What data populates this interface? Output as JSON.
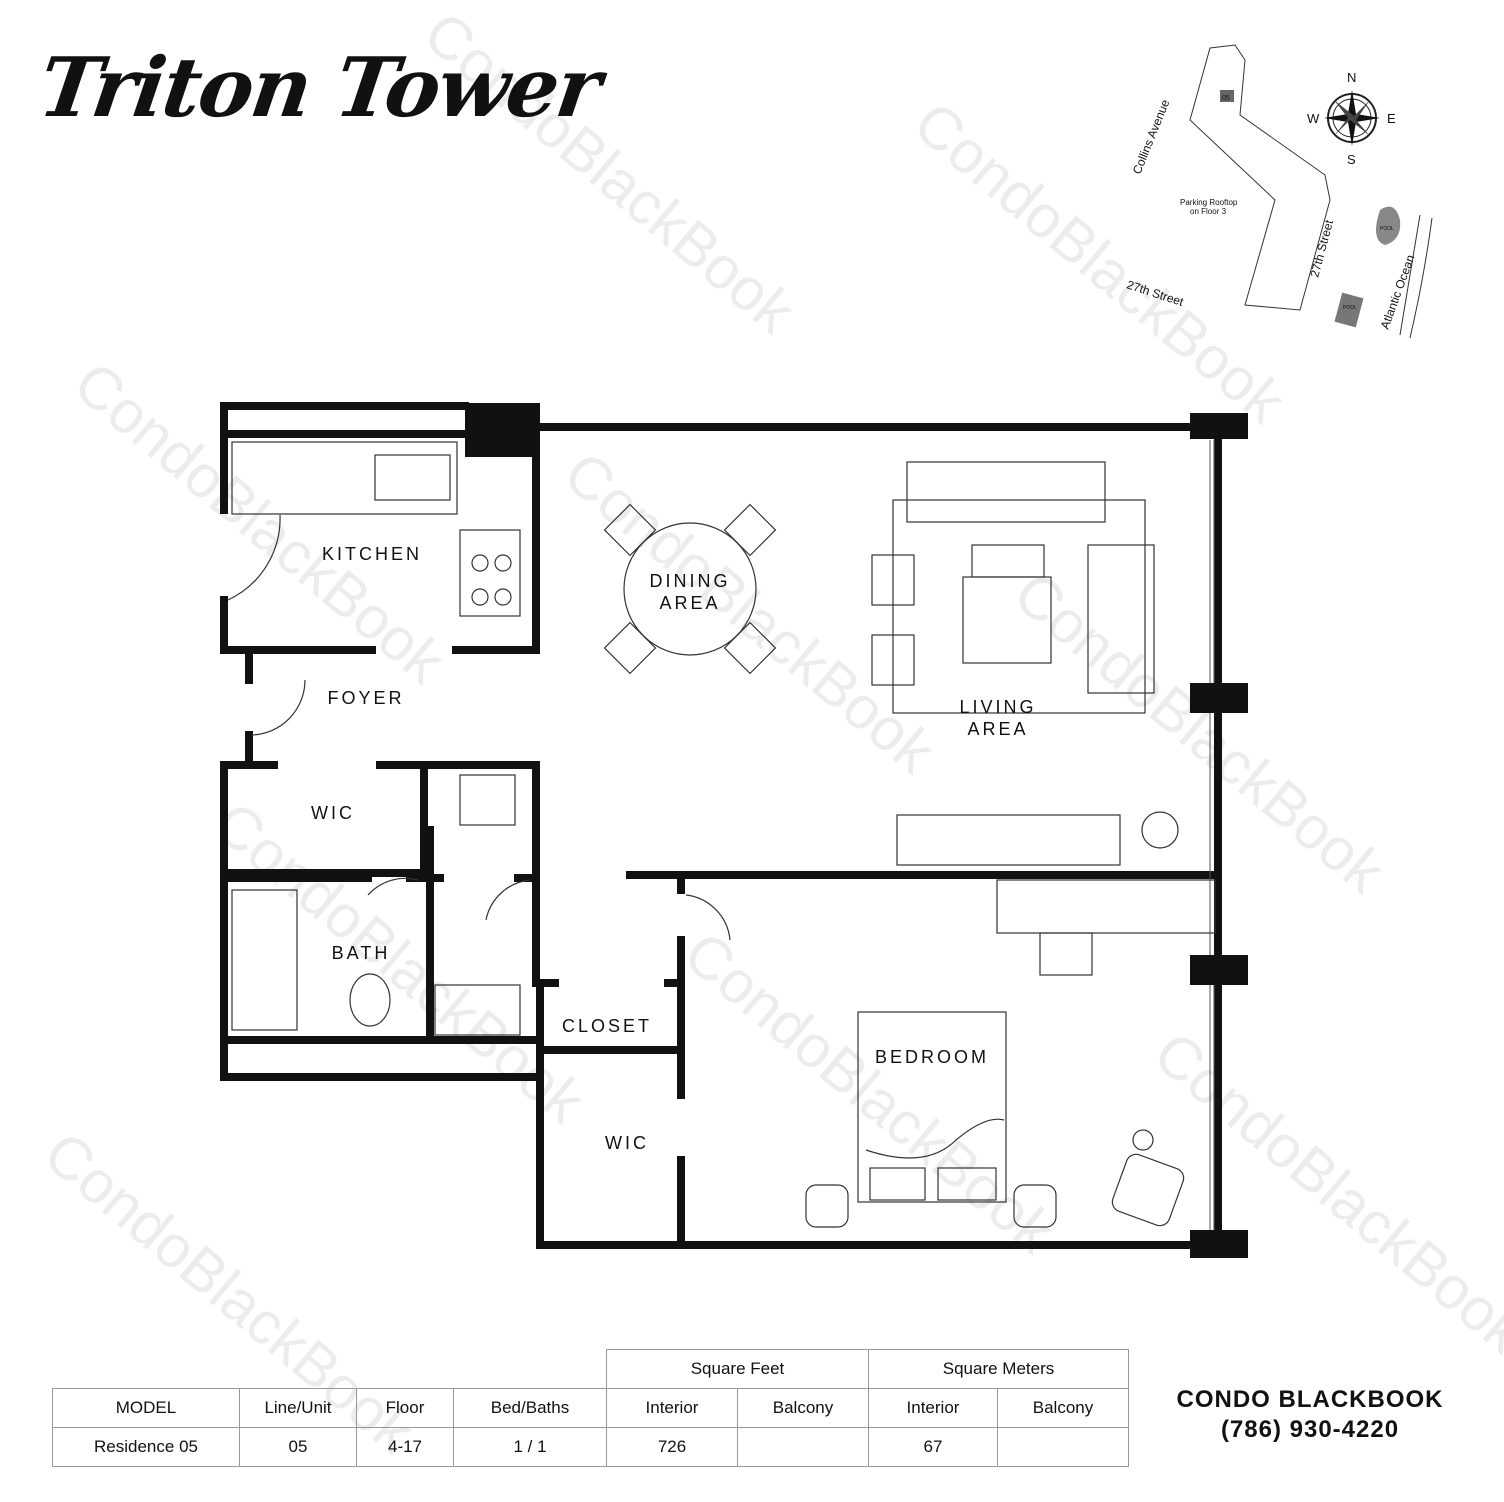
{
  "title": "Triton Tower",
  "site_map": {
    "streets": [
      "Collins Avenue",
      "27th Street",
      "27th Street",
      "Atlantic Ocean"
    ],
    "parking_label": [
      "Parking Rooftop",
      "on Floor 3"
    ],
    "pool_label": "POOL",
    "compass": {
      "n": "N",
      "s": "S",
      "e": "E",
      "w": "W"
    },
    "highlighted_unit": "05",
    "highlight_color": "#666666"
  },
  "rooms": {
    "kitchen": "KITCHEN",
    "foyer": "FOYER",
    "dining": [
      "DINING",
      "AREA"
    ],
    "living": [
      "LIVING",
      "AREA"
    ],
    "wic1": "WIC",
    "bath": "BATH",
    "closet": "CLOSET",
    "bedroom": "BEDROOM",
    "wic2": "WIC"
  },
  "table": {
    "group_headers": [
      "Square Feet",
      "Square Meters"
    ],
    "headers": [
      "MODEL",
      "Line/Unit",
      "Floor",
      "Bed/Baths",
      "Interior",
      "Balcony",
      "Interior",
      "Balcony"
    ],
    "row": [
      "Residence 05",
      "05",
      "4-17",
      "1 / 1",
      "726",
      "",
      "67",
      ""
    ]
  },
  "brand": {
    "name_a": "CONDO ",
    "name_b": "BLACKBOOK",
    "phone": "(786) 930-4220"
  },
  "watermark": "CondoBlackBook"
}
